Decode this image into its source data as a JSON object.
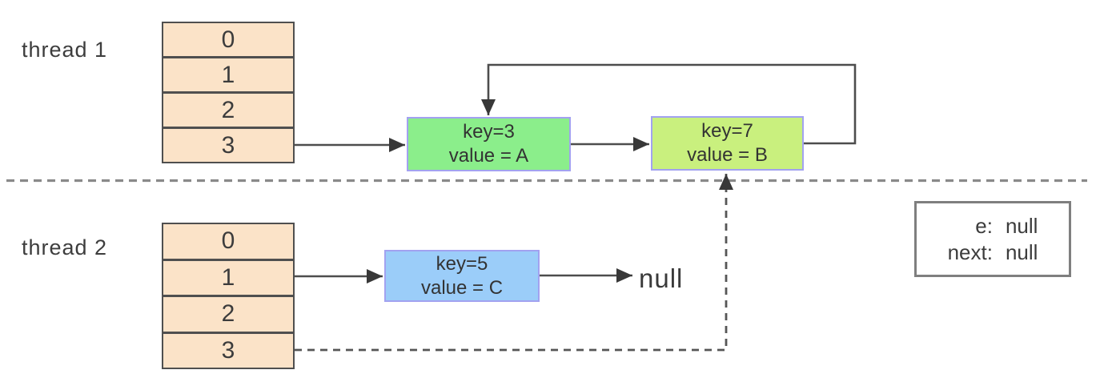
{
  "colors": {
    "bucket_fill": "#fbe3c8",
    "bucket_border": "#4f4f4f",
    "node_green": "#8bee8b",
    "node_yellow_green": "#c9f07e",
    "node_blue": "#9bcdf9",
    "node_border": "#a2a2f0",
    "arrow_line": "#4d4d4d",
    "dashed_line": "#8a8a8a",
    "text": "#3c3c3c"
  },
  "thread1": {
    "label": "thread 1",
    "buckets": [
      "0",
      "1",
      "2",
      "3"
    ],
    "node1": {
      "key": "key=3",
      "value": "value = A"
    },
    "node2": {
      "key": "key=7",
      "value": "value = B"
    }
  },
  "thread2": {
    "label": "thread 2",
    "buckets": [
      "0",
      "1",
      "2",
      "3"
    ],
    "node1": {
      "key": "key=5",
      "value": "value = C"
    },
    "null_label": "null"
  },
  "info_box": {
    "rows": [
      {
        "label": "e:",
        "value": "null"
      },
      {
        "label": "next:",
        "value": "null"
      }
    ]
  }
}
